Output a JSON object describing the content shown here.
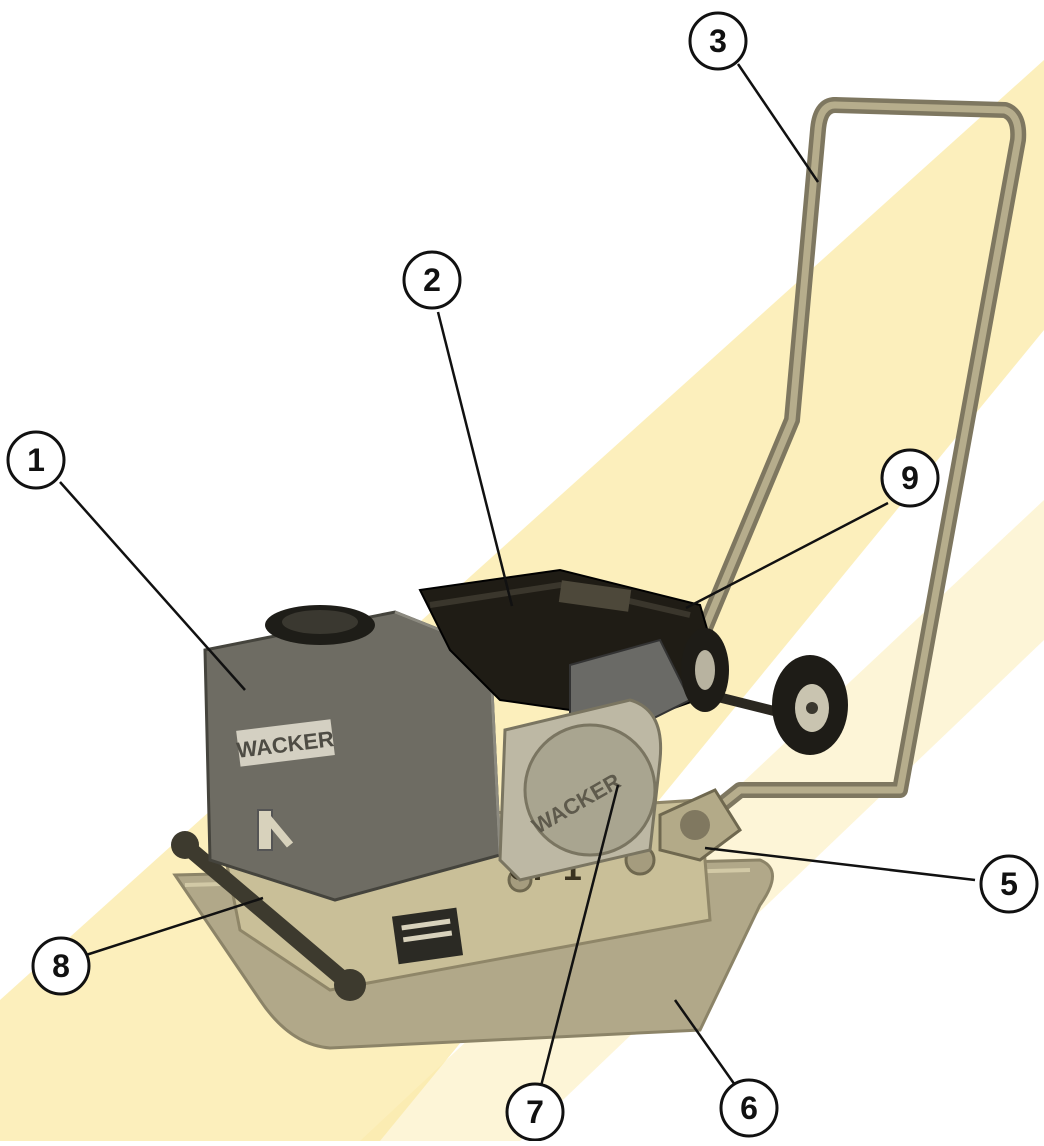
{
  "callouts": [
    {
      "id": "1",
      "label": "1"
    },
    {
      "id": "2",
      "label": "2"
    },
    {
      "id": "3",
      "label": "3"
    },
    {
      "id": "5",
      "label": "5"
    },
    {
      "id": "6",
      "label": "6"
    },
    {
      "id": "7",
      "label": "7"
    },
    {
      "id": "8",
      "label": "8"
    },
    {
      "id": "9",
      "label": "9"
    }
  ],
  "machine": {
    "model_label": "CF 1",
    "brand_logo": "WACKER",
    "brand_logo_front": "WACKER"
  },
  "colors": {
    "watermark_yellow": "#fbe9a6",
    "tank_gray": "#6e6c63",
    "body_beige": "#c9bf98",
    "plate_tan": "#b1a889",
    "engine_black": "#1f1c15",
    "handle_tan": "#9c9478"
  }
}
